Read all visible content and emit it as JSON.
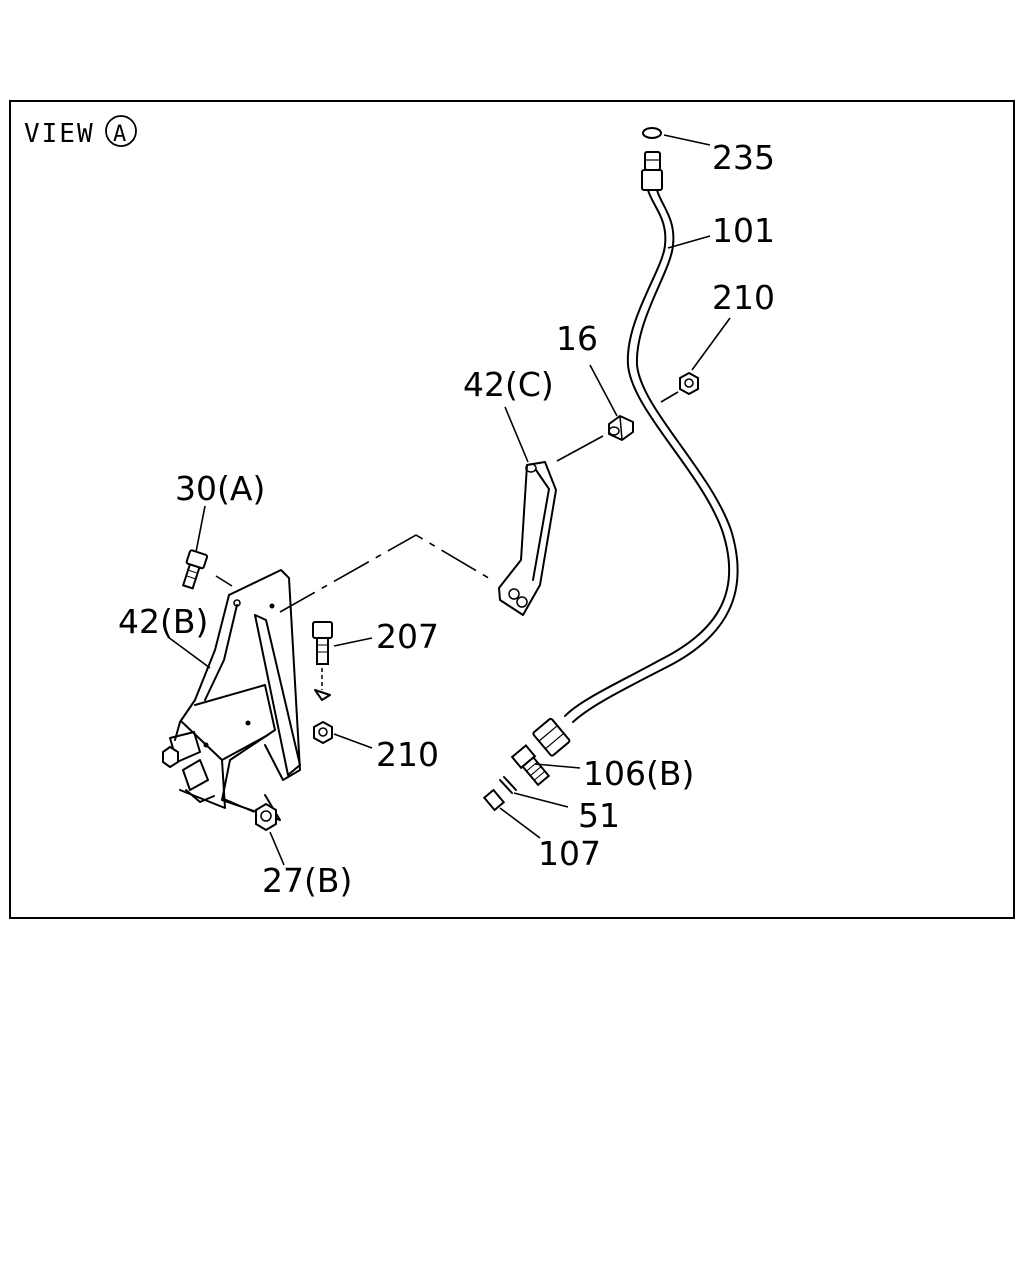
{
  "view": {
    "prefix": "VIEW",
    "marker": "A"
  },
  "callouts": [
    {
      "id": "235",
      "text": "235"
    },
    {
      "id": "101",
      "text": "101"
    },
    {
      "id": "210-top",
      "text": "210"
    },
    {
      "id": "16",
      "text": "16"
    },
    {
      "id": "42c",
      "text": "42(C)"
    },
    {
      "id": "30a",
      "text": "30(A)"
    },
    {
      "id": "42b",
      "text": "42(B)"
    },
    {
      "id": "207",
      "text": "207"
    },
    {
      "id": "210-bottom",
      "text": "210"
    },
    {
      "id": "106b",
      "text": "106(B)"
    },
    {
      "id": "51",
      "text": "51"
    },
    {
      "id": "107",
      "text": "107"
    },
    {
      "id": "27b",
      "text": "27(B)"
    }
  ]
}
